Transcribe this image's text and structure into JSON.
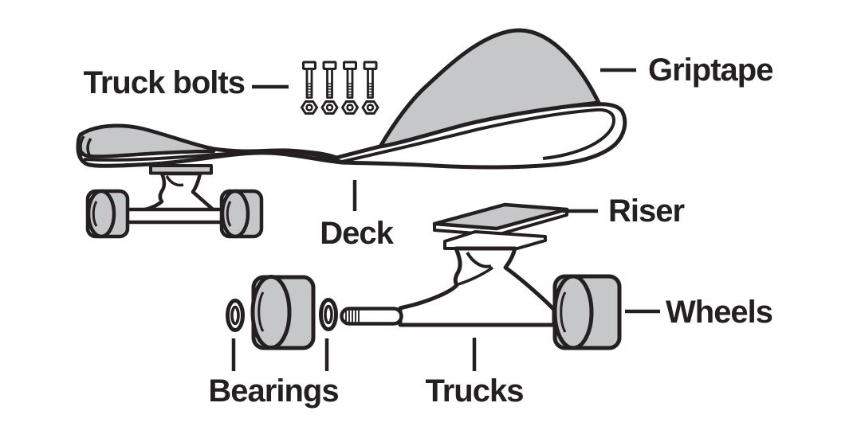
{
  "diagram": {
    "type": "exploded-parts-diagram",
    "subject": "skateboard components",
    "labels": {
      "truck_bolts": "Truck bolts",
      "griptape": "Griptape",
      "deck": "Deck",
      "riser": "Riser",
      "wheels": "Wheels",
      "bearings": "Bearings",
      "trucks": "Trucks"
    },
    "counts": {
      "truck_bolts": 4,
      "nuts": 4,
      "bearings": 2,
      "wheels_shown_exploded": 2,
      "wheels_shown_assembled": 2
    },
    "colors": {
      "background": "#ffffff",
      "outline": "#242021",
      "part_gray": "#c6c7c9",
      "part_white": "#ffffff",
      "text": "#242021"
    }
  }
}
